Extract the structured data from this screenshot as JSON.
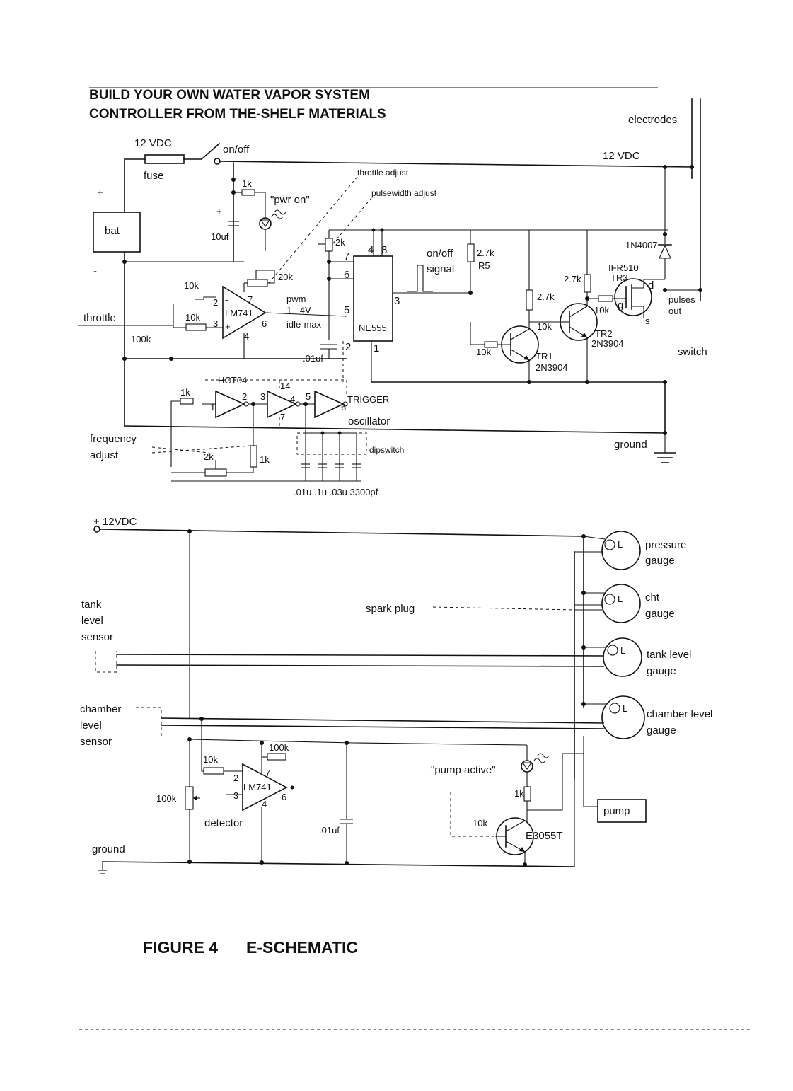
{
  "title": {
    "line1": "BUILD YOUR OWN WATER VAPOR SYSTEM",
    "line2": "CONTROLLER FROM THE-SHELF MATERIALS"
  },
  "controller": {
    "supply_label": "12 VDC",
    "fuse_label": "fuse",
    "switch_label": "on/off",
    "rail_label": "12 VDC",
    "electrodes_label": "electrodes",
    "battery_label": "bat",
    "plus_label": "+",
    "minus_label": "-",
    "r_pwr_label": "1k",
    "led_pwr_label": "\"pwr on\"",
    "cap_plus_label": "+",
    "cap_10uf_label": "10uf",
    "throttle_adjust_label": "throttle adjust",
    "pulsewidth_adjust_label": "pulsewidth adjust",
    "pot_2k_label": "2k",
    "pot_20k_label": "20k",
    "r_10k_a_label": "10k",
    "r_10k_b_label": "10k",
    "r_100k_label": "100k",
    "throttle_label": "throttle",
    "opamp_label": "LM741",
    "opamp_pins": {
      "inv": "2",
      "noninv": "3",
      "v7": "7",
      "v4": "4",
      "out": "6",
      "minus": "-",
      "plus": "+"
    },
    "pwm_label": "pwm",
    "pwm_range_label": "1 - 4V",
    "pwm_idle_label": "idle-max",
    "timer_label": "NE555",
    "timer_pins": {
      "p7": "7",
      "p6": "6",
      "p5": "5",
      "p2": "2",
      "p4": "4",
      "p8": "8",
      "p3": "3",
      "p1": "1"
    },
    "cap_01uf_label": ".01uf",
    "onoff_signal_label_1": "on/off",
    "onoff_signal_label_2": "signal",
    "r5_value_label": "2.7k",
    "r5_label": "R5",
    "tr1_base_r_label": "10k",
    "tr1_label": "TR1",
    "tr1_part_label": "2N3904",
    "r_27k_tr1_label": "2.7k",
    "r_10k_tr2_label": "10k",
    "tr2_label": "TR2",
    "tr2_part_label": "2N3904",
    "r_27k_tr2_label": "2.7k",
    "r_10k_gate_label": "10k",
    "diode_label": "1N4007",
    "mosfet_label": "IFR510",
    "tr3_label": "TR3",
    "mosfet_pins": {
      "g": "g",
      "d": "d",
      "s": "s"
    },
    "pulses_label_1": "pulses",
    "pulses_label_2": "out",
    "switch_text": "switch",
    "hct04_label": "HCT04",
    "inverter_pins": {
      "a1": "1",
      "a2": "2",
      "b3": "3",
      "b4": "4",
      "c5": "5",
      "c6": "6",
      "v14": "14",
      "v7": "7"
    },
    "r_1k_osc_label": "1k",
    "trigger_label": "TRIGGER",
    "oscillator_label": "oscillator",
    "frequency_label_1": "frequency",
    "frequency_label_2": "adjust",
    "pot_2k_freq_label": "2k",
    "r_1k_freq_label": "1k",
    "dipswitch_label": "dipswitch",
    "caps_label": ".01u  .1u  .03u 3300pf",
    "ground_label": "ground"
  },
  "sensor_panel": {
    "supply_label": "+ 12VDC",
    "pressure_label_1": "pressure",
    "pressure_label_2": "gauge",
    "cht_label_1": "cht",
    "cht_label_2": "gauge",
    "tank_gauge_label_1": "tank level",
    "tank_gauge_label_2": "gauge",
    "chamber_gauge_label_1": "chamber level",
    "chamber_gauge_label_2": "gauge",
    "gauge_glyph": "L",
    "spark_plug_label": "spark plug",
    "tank_sensor_label_1": "tank",
    "tank_sensor_label_2": "level",
    "tank_sensor_label_3": "sensor",
    "chamber_sensor_label_1": "chamber",
    "chamber_sensor_label_2": "level",
    "chamber_sensor_label_3": "sensor",
    "r_100k_label": "100k",
    "r_10k_label": "10k",
    "r_100k_fb_label": "100k",
    "opamp_label": "LM741",
    "opamp_pins": {
      "p2": "2",
      "p3": "3",
      "p7": "7",
      "p4": "4",
      "p6": "6"
    },
    "detector_label": "detector",
    "cap_label": ".01uf",
    "pump_led_label": "\"pump active\"",
    "r_1k_label": "1k",
    "r_10k_base_label": "10k",
    "transistor_label": "E3055T",
    "pump_label": "pump",
    "ground_label": "ground"
  },
  "figure_caption": {
    "number": "FIGURE 4",
    "name": "E-SCHEMATIC"
  }
}
